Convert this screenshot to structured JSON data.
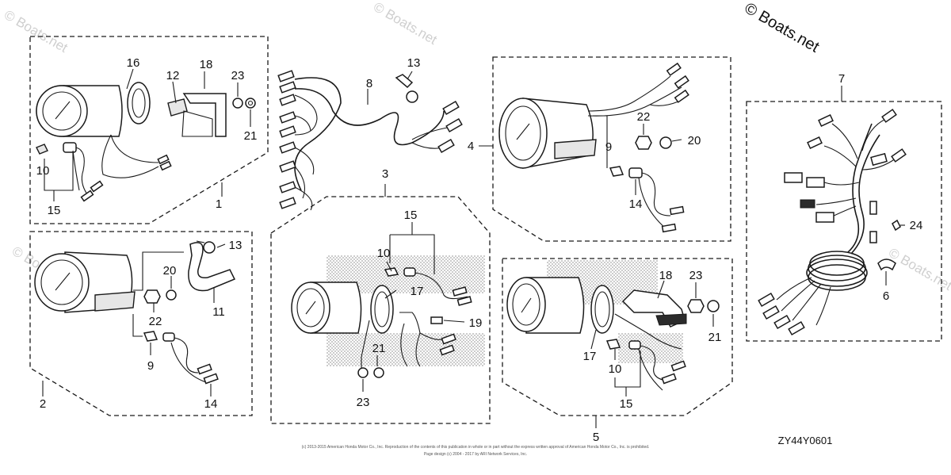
{
  "watermark": {
    "main": "© Boats.net",
    "faint": "© Boats.net"
  },
  "diagram_code": "ZY44Y0601",
  "copyright_line1": "(c) 2013-2015 American Honda Motor Co., Inc. Reproduction of the contents of this publication in whole or in part without the express written approval of American Honda Motor Co., Inc. is prohibited.",
  "copyright_line2": "Page design (c) 2004 - 2017 by ARI Network Services, Inc.",
  "callouts": {
    "c1": "1",
    "c2": "2",
    "c3": "3",
    "c4": "4",
    "c5": "5",
    "c6": "6",
    "c7": "7",
    "c8": "8",
    "c9a": "9",
    "c9b": "9",
    "c10a": "10",
    "c10b": "10",
    "c10c": "10",
    "c11": "11",
    "c12": "12",
    "c13a": "13",
    "c13b": "13",
    "c14a": "14",
    "c14b": "14",
    "c15a": "15",
    "c15b": "15",
    "c15c": "15",
    "c16": "16",
    "c17a": "17",
    "c17b": "17",
    "c18a": "18",
    "c18b": "18",
    "c19": "19",
    "c20a": "20",
    "c20b": "20",
    "c21a": "21",
    "c21b": "21",
    "c21c": "21",
    "c22a": "22",
    "c22b": "22",
    "c23a": "23",
    "c23b": "23",
    "c23c": "23",
    "c24": "24"
  }
}
